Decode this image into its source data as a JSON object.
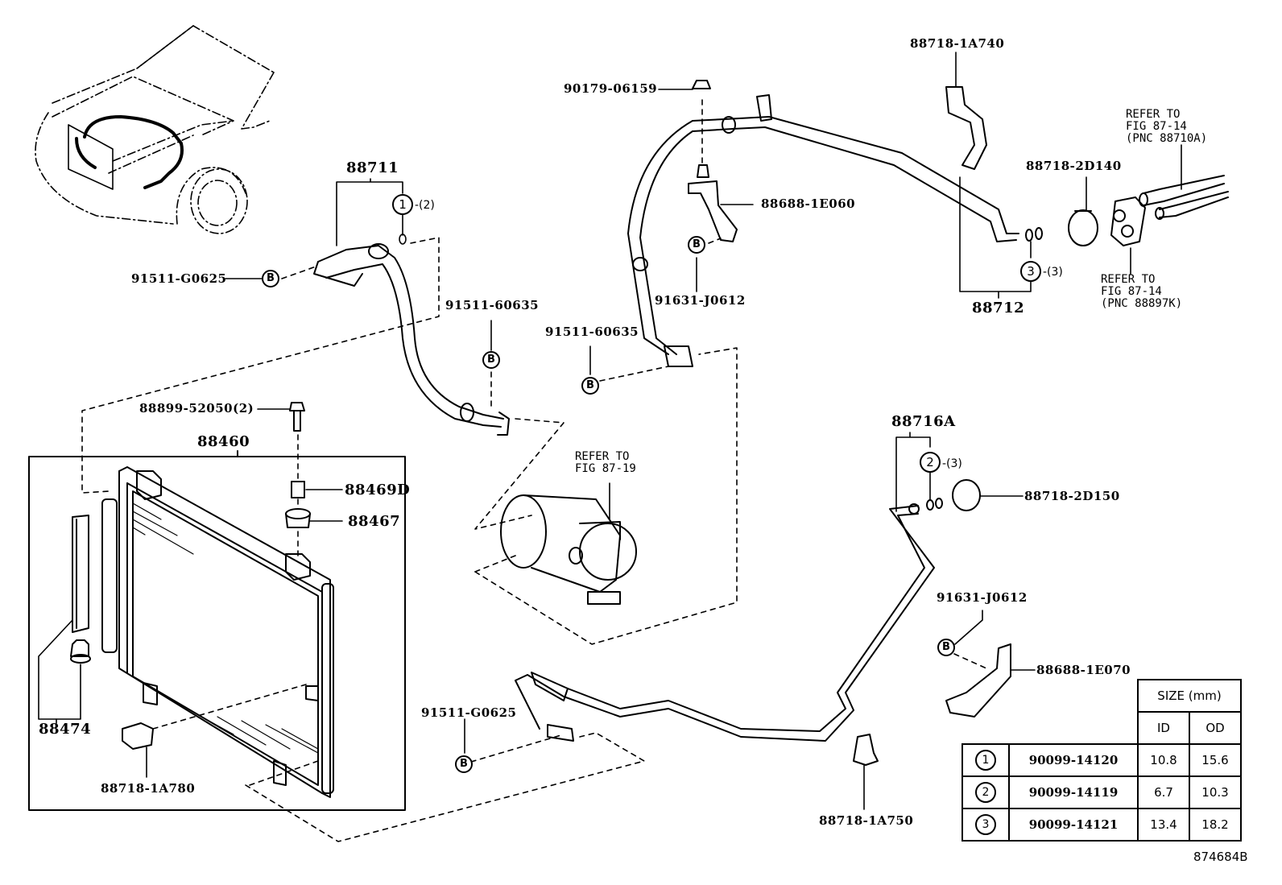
{
  "figure_id": "874684B",
  "labels": {
    "p88711": "88711",
    "p91511_g0625_top": "91511-G0625",
    "p91511_60635_a": "91511-60635",
    "p91511_60635_b": "91511-60635",
    "p88899": "88899-52050(2)",
    "p88460": "88460",
    "p88469d": "88469D",
    "p88467": "88467",
    "p88474": "88474",
    "p88718_1a780": "88718-1A780",
    "p90179": "90179-06159",
    "p88688_1e060": "88688-1E060",
    "p91631_j0612_top": "91631-J0612",
    "p88718_1a740": "88718-1A740",
    "p88718_2d140": "88718-2D140",
    "p88712": "88712",
    "p88716a": "88716A",
    "p88718_2d150": "88718-2D150",
    "p91631_j0612_bot": "91631-J0612",
    "p88688_1e070": "88688-1E070",
    "p91511_g0625_bot": "91511-G0625",
    "p88718_1a750": "88718-1A750"
  },
  "refs": {
    "ref_88710a": "REFER TO\nFIG 87-14\n(PNC 88710A)",
    "ref_88897k": "REFER TO\nFIG 87-14\n(PNC 88897K)",
    "ref_compressor": "REFER TO\nFIG 87-19"
  },
  "callouts": {
    "oring1": "1",
    "oring1_qty": "-(2)",
    "oring2": "2",
    "oring2_qty": "-(3)",
    "oring3": "3",
    "oring3_qty": "-(3)",
    "bolt": "B"
  },
  "size_table": {
    "header": "SIZE (mm)",
    "col_id": "ID",
    "col_od": "OD",
    "rows": [
      {
        "index": "1",
        "part": "90099-14120",
        "id": "10.8",
        "od": "15.6"
      },
      {
        "index": "2",
        "part": "90099-14119",
        "id": "6.7",
        "od": "10.3"
      },
      {
        "index": "3",
        "part": "90099-14121",
        "id": "13.4",
        "od": "18.2"
      }
    ]
  }
}
